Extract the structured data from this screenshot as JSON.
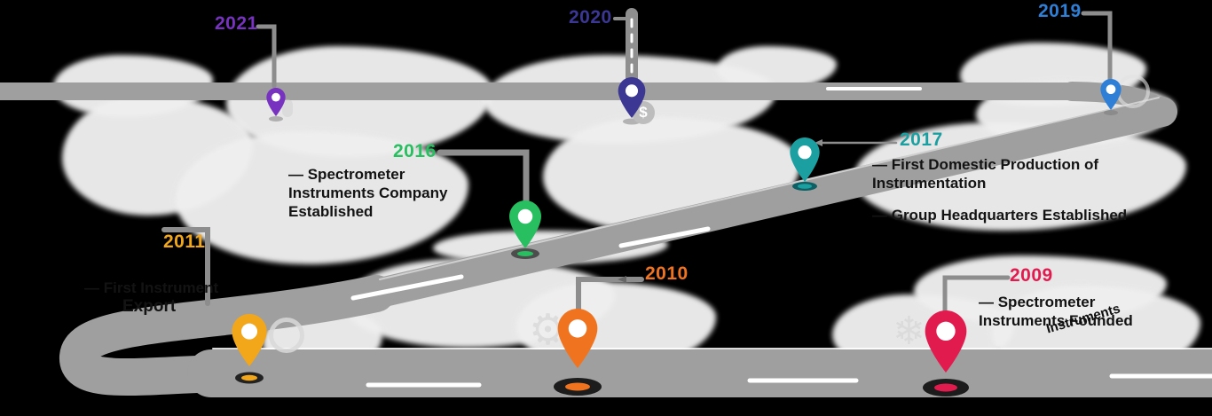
{
  "background": "#000000",
  "map": {
    "color": "#efefef"
  },
  "road": {
    "color": "#9f9f9f",
    "edge_color": "#ffffff",
    "dash_color": "#ffffff",
    "connector_color": "#8d8d8d"
  },
  "icons": {
    "dollar": "$",
    "gear": "⚙",
    "snowflake": "❄"
  },
  "milestones": [
    {
      "year": "2009",
      "color": "#E21B4F",
      "lines": [
        "— Spectrometer",
        "Instruments Founded"
      ],
      "watermark": "Instruments"
    },
    {
      "year": "2010",
      "color": "#F0741F",
      "lines": []
    },
    {
      "year": "2011",
      "color": "#F2A71B",
      "lines": [
        "— First Instrument",
        "Export"
      ]
    },
    {
      "year": "2016",
      "color": "#27BF5F",
      "lines": [
        "— Spectrometer",
        "Instruments Company",
        "Established"
      ]
    },
    {
      "year": "2017",
      "color": "#1B9FA0",
      "lines": [
        "— First Domestic Production of",
        "Instrumentation",
        "— Group Headquarters Established"
      ]
    },
    {
      "year": "2019",
      "color": "#2F7FD6",
      "lines": []
    },
    {
      "year": "2020",
      "color": "#3B3793",
      "lines": []
    },
    {
      "year": "2021",
      "color": "#7733BF",
      "lines": []
    }
  ]
}
